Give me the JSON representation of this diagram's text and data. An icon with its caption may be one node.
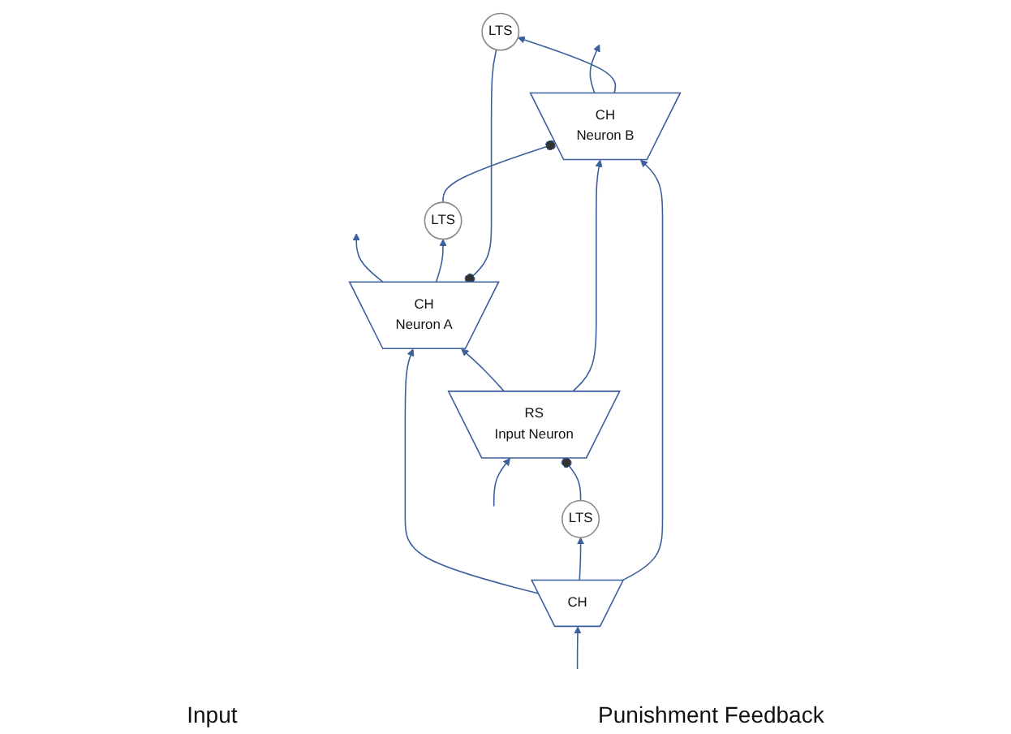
{
  "diagram": {
    "nodes": [
      {
        "text": [
          "CH",
          "Neuron A"
        ]
      },
      {
        "text": [
          "LTS"
        ]
      },
      {
        "text": [
          "LTS"
        ]
      },
      {
        "text": [
          "CH",
          "Neuron B"
        ]
      },
      {
        "text": [
          "RS",
          "Input Neuron"
        ]
      },
      {
        "text": [
          "LTS"
        ]
      },
      {
        "text": [
          "CH"
        ]
      }
    ],
    "edges": [
      {
        "from": 0,
        "to": null,
        "arrow": "to"
      },
      {
        "from": 3,
        "to": null,
        "arrow": "to"
      },
      {
        "from": 0,
        "to": 2,
        "arrow": "to"
      },
      {
        "from": 3,
        "to": 1,
        "arrow": "to"
      },
      {
        "from": 1,
        "to": 0,
        "arrow": "other"
      },
      {
        "from": 2,
        "to": 3,
        "arrow": "other"
      },
      {
        "from": 4,
        "to": 0,
        "arrow": "to"
      },
      {
        "from": 4,
        "to": 3,
        "arrow": "to"
      },
      {
        "from": 5,
        "to": 4,
        "arrow": "other"
      },
      {
        "from": 6,
        "to": 0,
        "arrow": "to"
      },
      {
        "from": 6,
        "to": 5,
        "arrow": "to"
      },
      {
        "from": 6,
        "to": 3,
        "arrow": "to"
      },
      {
        "from": null,
        "to": 4,
        "arrow": "to"
      },
      {
        "from": null,
        "to": 6,
        "arrow": "to"
      }
    ],
    "labels": [
      "Input",
      "Punishment Feedback"
    ]
  }
}
